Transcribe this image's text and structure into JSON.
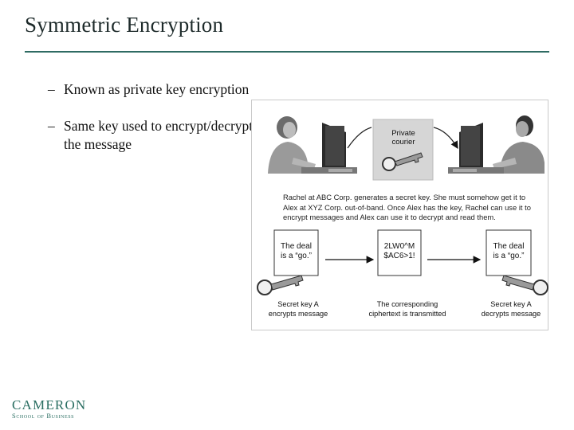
{
  "slide": {
    "title": "Symmetric Encryption",
    "bullets": [
      {
        "dash": "–",
        "text": "Known as private key encryption"
      },
      {
        "dash": "–",
        "text": "Same key used to encrypt/decrypt the message"
      }
    ]
  },
  "figure": {
    "courier_label_1": "Private",
    "courier_label_2": "courier",
    "caption": "Rachel at ABC Corp. generates a secret key. She must somehow get it to Alex at XYZ Corp. out-of-band. Once Alex has the key, Rachel can use it to encrypt messages and Alex can use it to decrypt and read them.",
    "plaintext_left_1": "The deal",
    "plaintext_left_2": "is a “go.”",
    "ciphertext_1": "2LW0^M",
    "ciphertext_2": "$AC6>1!",
    "plaintext_right_1": "The deal",
    "plaintext_right_2": "is a “go.”",
    "label_left_1": "Secret key A",
    "label_left_2": "encrypts message",
    "label_mid_1": "The corresponding",
    "label_mid_2": "ciphertext is transmitted",
    "label_right_1": "Secret key A",
    "label_right_2": "decrypts message"
  },
  "logo": {
    "line1": "CAMERON",
    "line2": "School of Business"
  }
}
